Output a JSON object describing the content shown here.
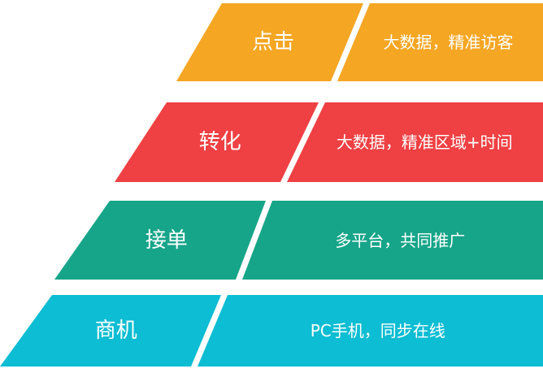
{
  "funnel": {
    "rows": [
      {
        "stage": "点击",
        "description": "大数据，精准访客",
        "color": "#F5A623"
      },
      {
        "stage": "转化",
        "description": "大数据，精准区域+时间",
        "color": "#EF4043"
      },
      {
        "stage": "接单",
        "description": "多平台，共同推广",
        "color": "#17A589"
      },
      {
        "stage": "商机",
        "description": "PC手机，同步在线",
        "color": "#0DBDD3"
      }
    ]
  }
}
